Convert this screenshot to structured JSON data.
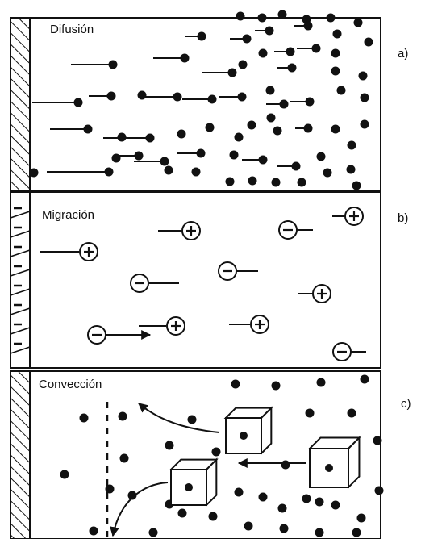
{
  "panels": [
    {
      "title": "Difusión",
      "side_label": "a)",
      "particle": "dot"
    },
    {
      "title": "Migración",
      "side_label": "b)",
      "particle": "ion",
      "plus_symbol": "+",
      "minus_symbol": "−"
    },
    {
      "title": "Convección",
      "side_label": "c)",
      "particle": "dot-cube"
    }
  ],
  "colors": {
    "ink": "#111111",
    "background": "#ffffff"
  },
  "icons": {
    "electrode": "hatched-electrode-icon",
    "cation": "plus-ion-icon",
    "anion": "minus-ion-icon",
    "particle": "particle-dot-icon",
    "fluid_element": "fluid-cube-icon"
  }
}
